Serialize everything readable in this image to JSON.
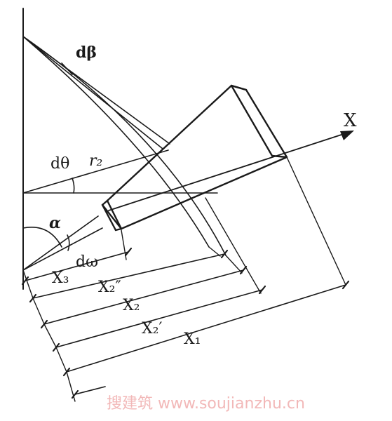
{
  "labels": {
    "d_beta": "dβ",
    "d_theta": "dθ",
    "r2": "r₂",
    "alpha": "α",
    "d_omega": "dω",
    "axis_x": "X",
    "x3": "X₃",
    "x2_double_prime": "X₂″",
    "x2": "X₂",
    "x2_prime": "X₂′",
    "x1": "X₁"
  },
  "watermark": "搜建筑 www.soujianzhu.cn",
  "colors": {
    "line": "#1a1a1a",
    "watermark": "#f2b8b8"
  }
}
